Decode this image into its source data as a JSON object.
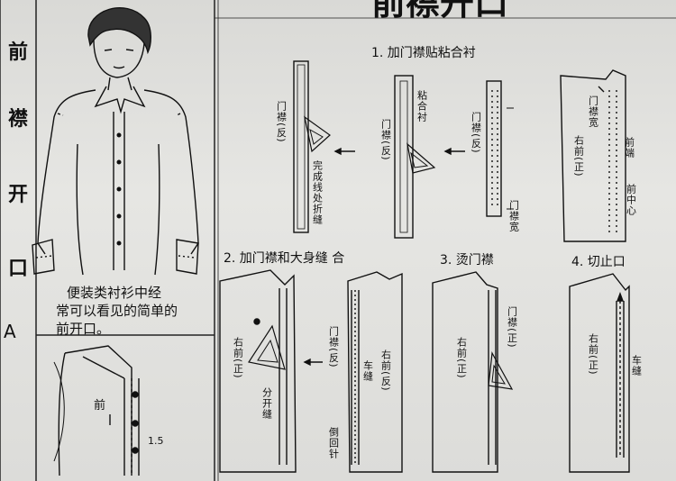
{
  "banner_title": "前襟开口",
  "side_title": {
    "chars": [
      "前",
      "襟",
      "开",
      "口"
    ],
    "letter": "A"
  },
  "caption": [
    "便装类衬衫中经",
    "常可以看见的简单的",
    "前开口。"
  ],
  "detail": {
    "front": "前",
    "dim": "1.5"
  },
  "steps": {
    "s1": "1. 加门襟贴粘合衬",
    "s2": "2. 加门襟和大身缝 合",
    "s3": "3. 烫门襟",
    "s4": "4. 切止口"
  },
  "labels": {
    "placket_rev": "门襟(反)",
    "fold_line": "完成线处折缝",
    "interfacing": "粘合衬",
    "placket_rev2": "门襟(反)",
    "placket_rev3": "门襟(反)",
    "placket_width": "门襟宽",
    "placket_width2": "门襟宽",
    "right_front_up": "右前(正)",
    "front_end": "前端",
    "center_front": "前中心",
    "s2_right_front_up": "右前(正)",
    "s2_split_seam": "分开缝",
    "s2_placket_rev": "门襟(反)",
    "s2_stitch": "车缝",
    "s2_right_front_rev": "右前(反)",
    "s2_backstitch": "倒回针",
    "s3_right_front_up": "右前(正)",
    "s3_placket_up": "门襟(正)",
    "s4_right_front_up": "右前(正)",
    "s4_stitch": "车缝"
  }
}
